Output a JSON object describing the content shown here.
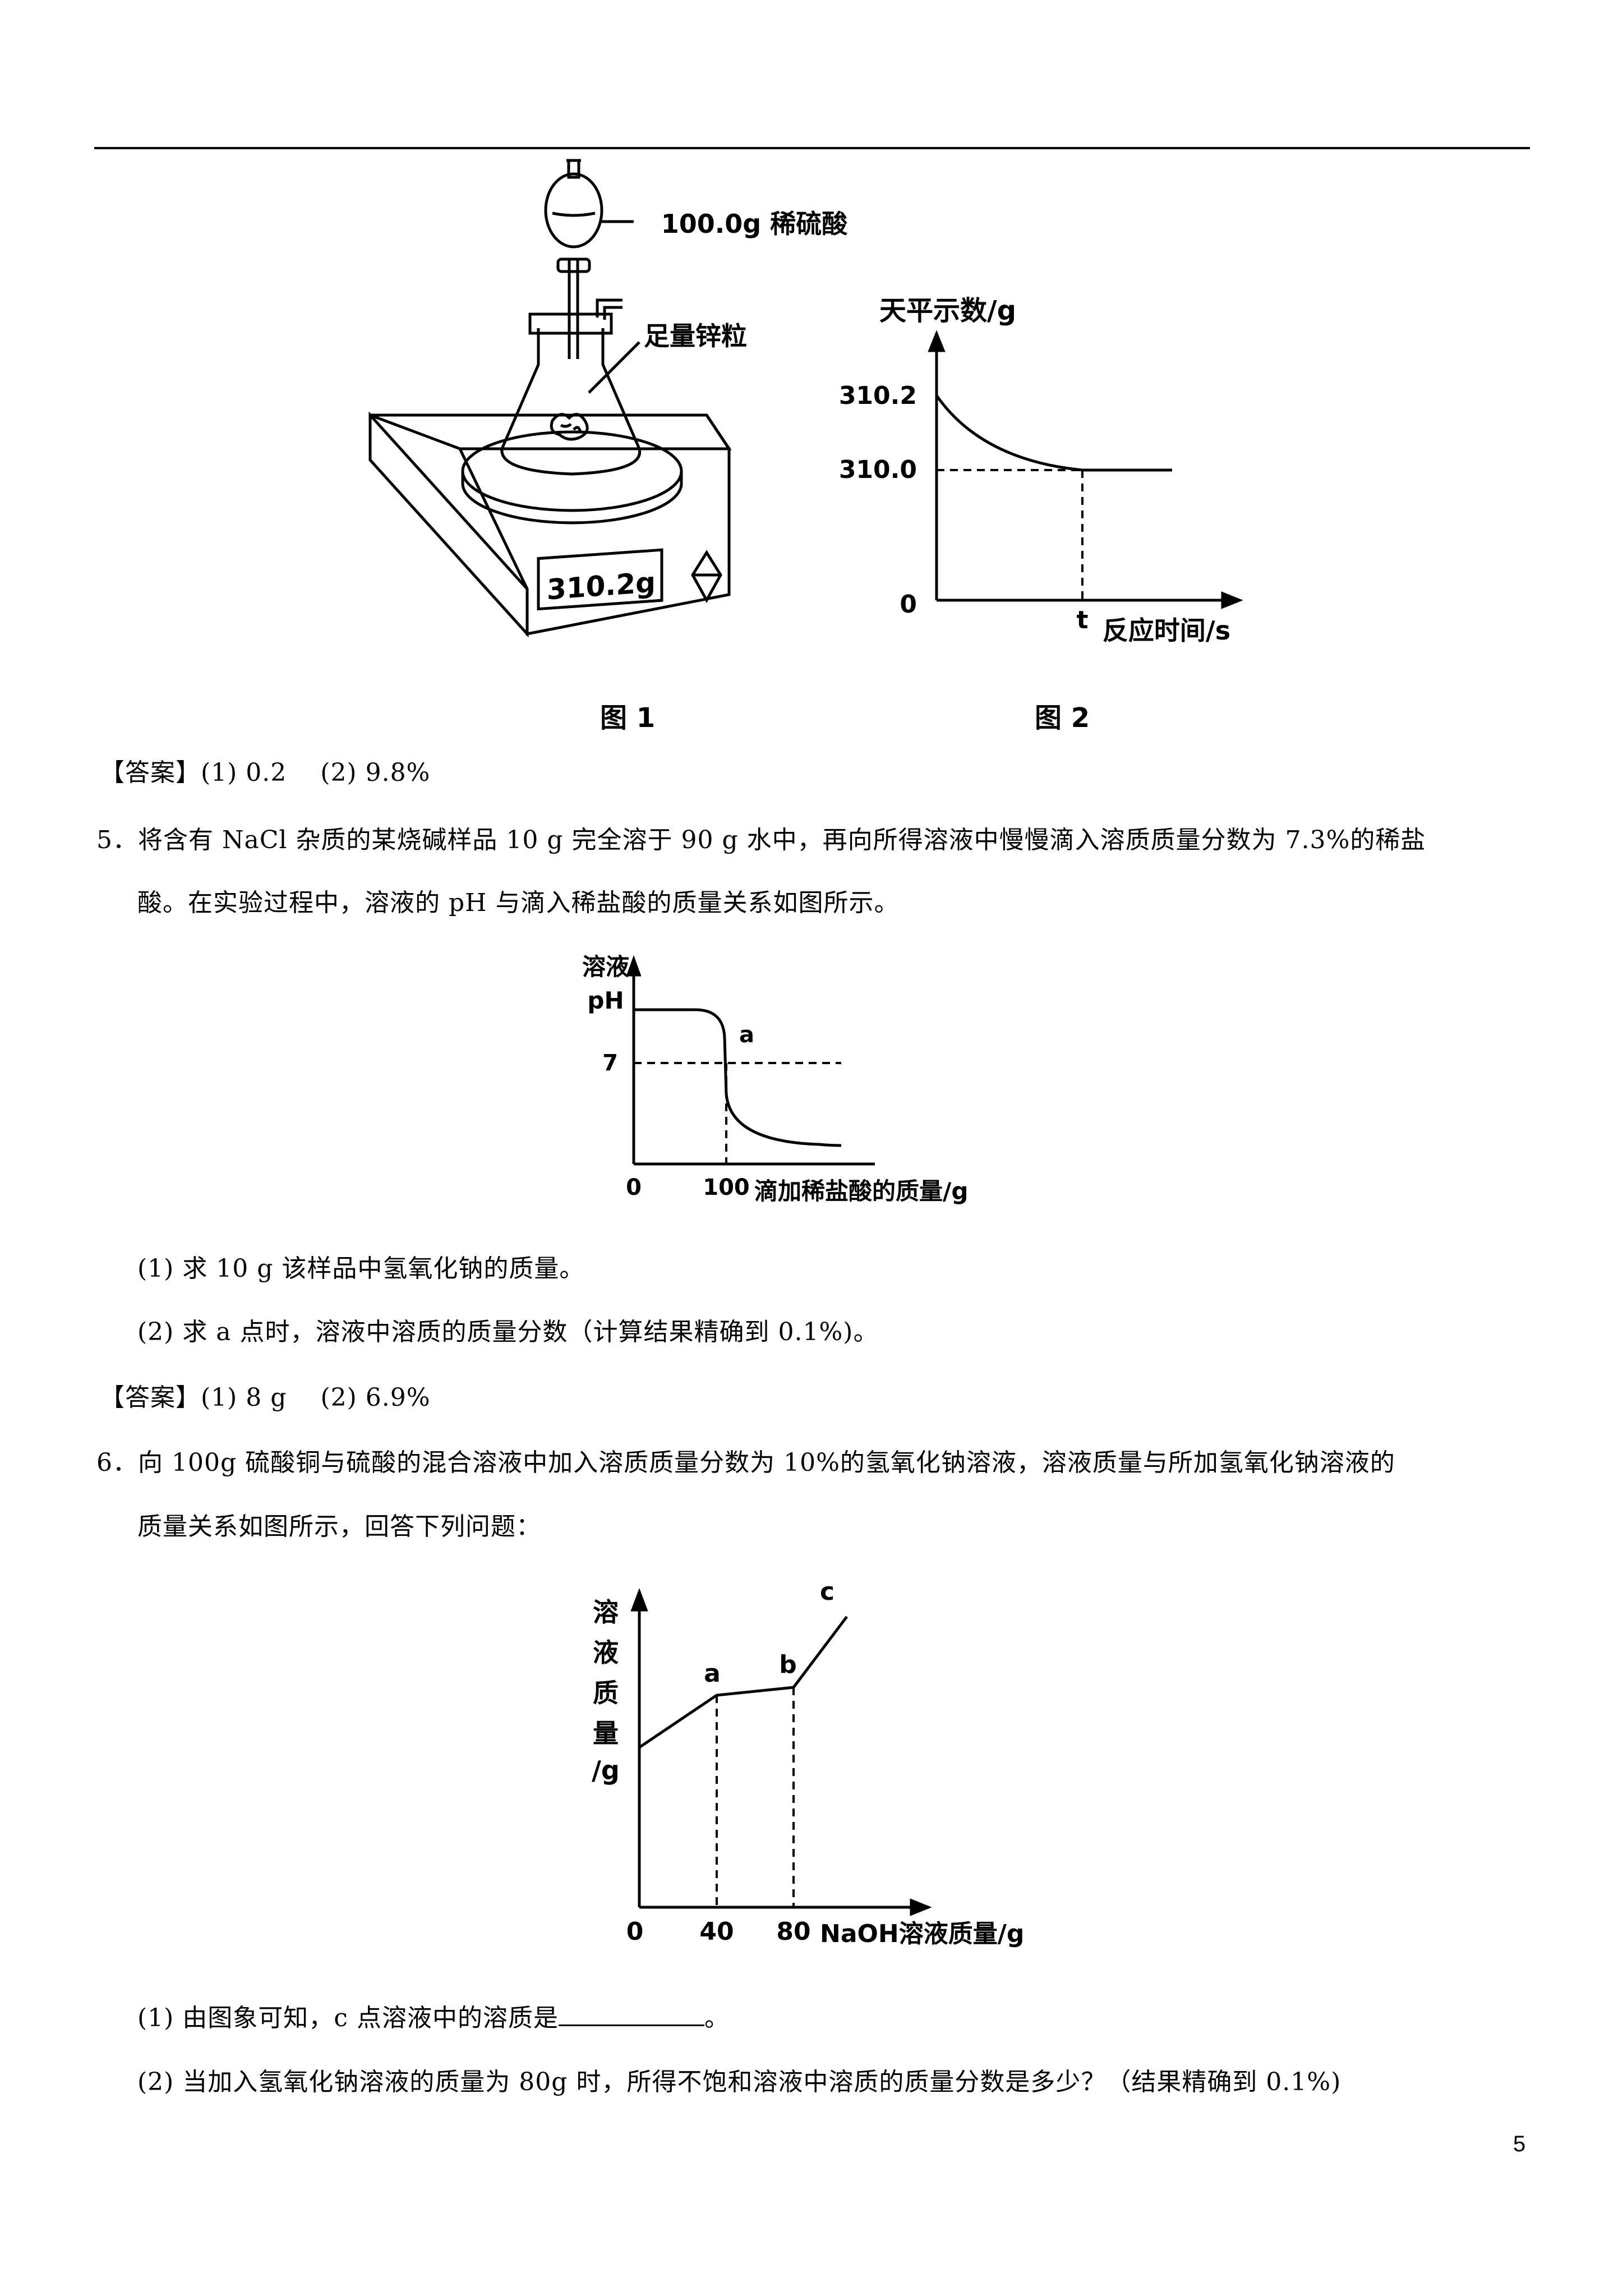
{
  "page_number": "5",
  "figure1": {
    "funnel_label": "100.0g 稀硫酸",
    "zinc_label": "足量锌粒",
    "balance_display": "310.2g",
    "caption": "图 1"
  },
  "figure2": {
    "ylabel": "天平示数/g",
    "y_tick_high": "310.2",
    "y_tick_low": "310.0",
    "origin": "0",
    "x_tick": "t",
    "xlabel": "反应时间/s",
    "caption": "图 2"
  },
  "q4_answer": "【答案】(1) 0.2　 (2) 9.8%",
  "q5": {
    "stem_line1": "5．将含有 NaCl 杂质的某烧碱样品 10 g 完全溶于 90 g 水中，再向所得溶液中慢慢滴入溶质质量分数为 7.3%的稀盐",
    "stem_line2": "酸。在实验过程中，溶液的 pH 与滴入稀盐酸的质量关系如图所示。",
    "chart_ylabel_1": "溶液",
    "chart_ylabel_2": "pH",
    "chart_point_label": "a",
    "chart_y_tick": "7",
    "chart_origin": "0",
    "chart_x_tick": "100",
    "chart_xlabel": "滴加稀盐酸的质量/g",
    "sub1": "(1) 求 10 g 该样品中氢氧化钠的质量。",
    "sub2": "(2) 求 a 点时，溶液中溶质的质量分数（计算结果精确到 0.1%)。",
    "answer": "【答案】(1) 8 g　 (2) 6.9%"
  },
  "q6": {
    "stem_line1": "6．向 100g 硫酸铜与硫酸的混合溶液中加入溶质质量分数为 10%的氢氧化钠溶液，溶液质量与所加氢氧化钠溶液的",
    "stem_line2": "质量关系如图所示，回答下列问题：",
    "chart_ylabel": [
      "溶",
      "液",
      "质",
      "量",
      "/g"
    ],
    "chart_point_a": "a",
    "chart_point_b": "b",
    "chart_point_c": "c",
    "chart_origin": "0",
    "chart_x_tick_1": "40",
    "chart_x_tick_2": "80",
    "chart_xlabel": "NaOH溶液质量/g",
    "sub1_before": "(1) 由图象可知，c 点溶液中的溶质是",
    "sub1_after": "。",
    "sub2": "(2) 当加入氢氧化钠溶液的质量为 80g 时，所得不饱和溶液中溶质的质量分数是多少？（结果精确到 0.1%)"
  }
}
